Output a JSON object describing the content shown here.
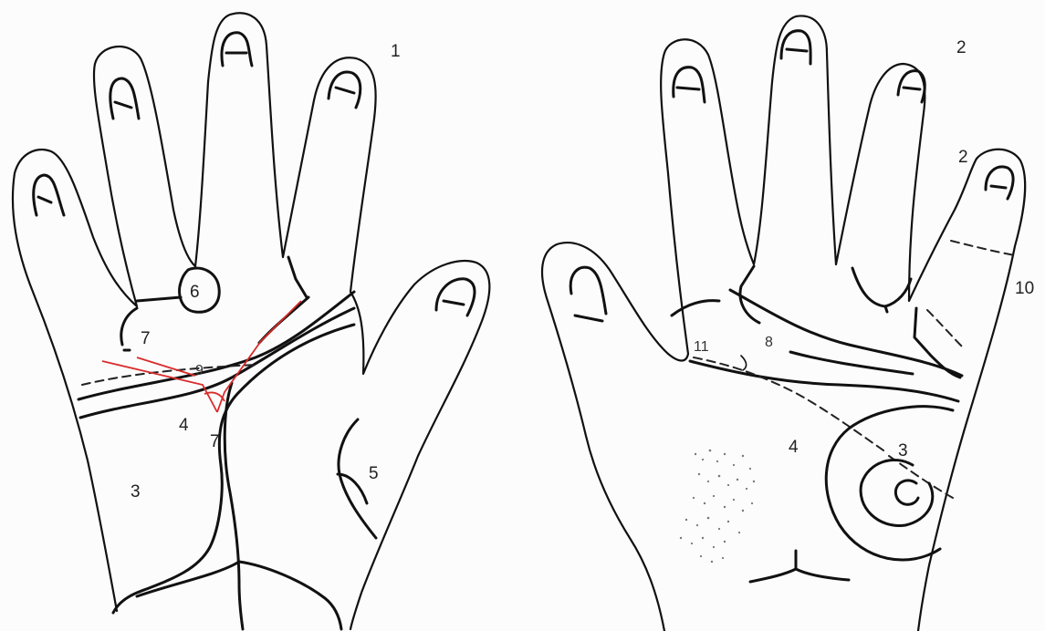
{
  "left_hand": {
    "labels": {
      "l1": "1",
      "l7a": "7",
      "l6": "6",
      "l9": "9",
      "l4": "4",
      "l7b": "7",
      "l3": "3",
      "l5": "5"
    }
  },
  "right_hand": {
    "labels": {
      "r2a": "2",
      "r2b": "2",
      "r10": "10",
      "r11": "11",
      "r8": "8",
      "r4": "4",
      "r3": "3"
    }
  },
  "colors": {
    "outline": "#111111",
    "marker": "#d92b2b",
    "background": "#fcfcfc"
  }
}
